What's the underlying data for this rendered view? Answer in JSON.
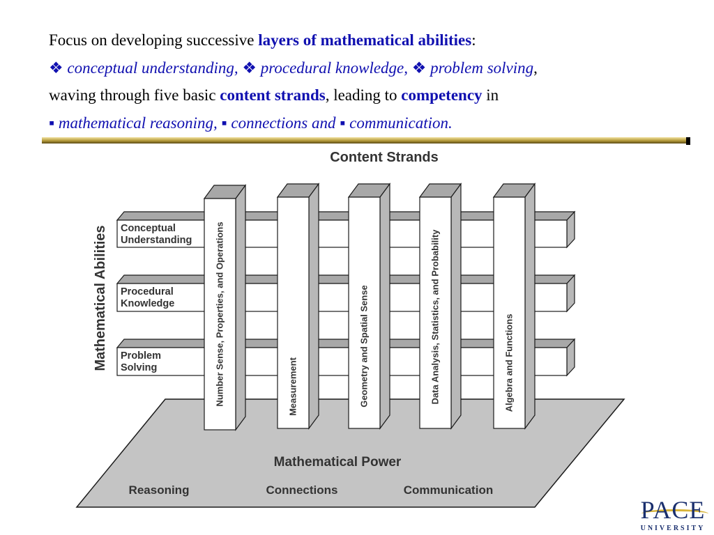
{
  "header": {
    "line1": {
      "before": "Focus on developing successive ",
      "highlight": "layers of mathematical abilities",
      "after": ":"
    },
    "line2": {
      "bullet": "❖",
      "items": [
        "conceptual understanding,",
        "procedural knowledge,",
        "problem solving"
      ],
      "after": ","
    },
    "line3": {
      "before": "waving through five basic ",
      "highlight1": "content strands",
      "middle": ", leading to ",
      "highlight2": "competency",
      "after": " in"
    },
    "line4": {
      "bullet": "▪",
      "items": [
        "mathematical reasoning,",
        "connections and",
        "communication"
      ],
      "after": "."
    }
  },
  "diagram": {
    "title": "Content Strands",
    "vertical_axis_label": "Mathematical Abilities",
    "abilities": [
      [
        "Conceptual",
        "Understanding"
      ],
      [
        "Procedural",
        "Knowledge"
      ],
      [
        "Problem",
        "Solving"
      ]
    ],
    "strands": [
      "Number Sense, Properties, and Operations",
      "Measurement",
      "Geometry and Spatial Sense",
      "Data Analysis, Statistics, and Probability",
      "Algebra and Functions"
    ],
    "base_title": "Mathematical Power",
    "base_labels": [
      "Reasoning",
      "Connections",
      "Communication"
    ]
  },
  "colors": {
    "accent_blue": "#1010b0",
    "platform_fill": "#c4c4c4",
    "shadow_gray": "#a8a8a8",
    "logo_navy": "#1a2f6e",
    "logo_gold": "#d8b43a"
  },
  "logo": {
    "main": "PACE",
    "sub": "UNIVERSITY"
  }
}
